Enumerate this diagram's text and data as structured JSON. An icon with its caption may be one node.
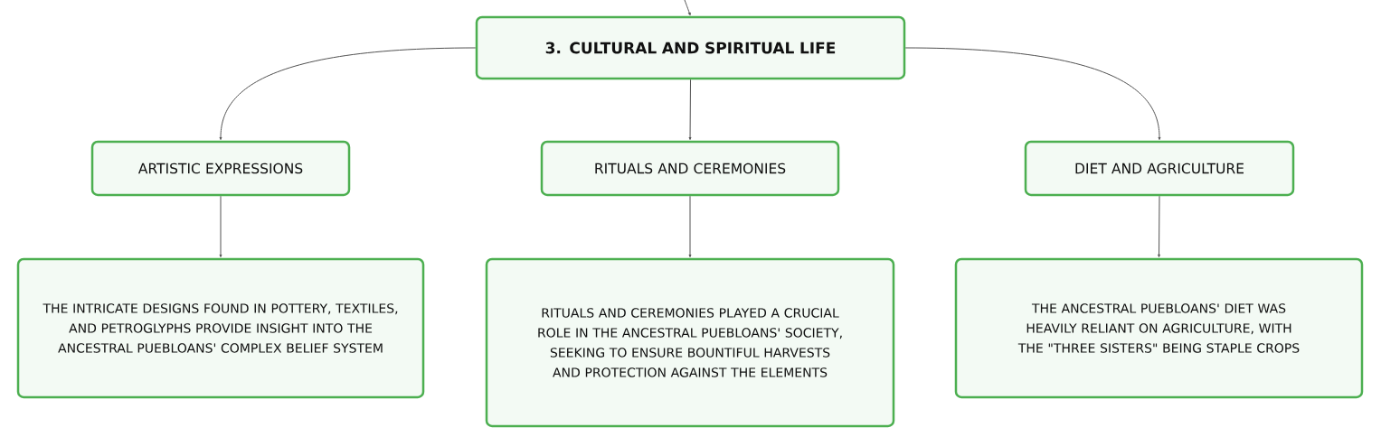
{
  "diagram": {
    "nodes": [
      {
        "text": [
          "3. CULTURAL AND SPIRITUAL LIFE"
        ]
      },
      {
        "text": [
          "ARTISTIC EXPRESSIONS"
        ]
      },
      {
        "text": [
          "RITUALS AND CEREMONIES"
        ]
      },
      {
        "text": [
          "DIET AND AGRICULTURE"
        ]
      },
      {
        "text": [
          "THE INTRICATE DESIGNS FOUND IN POTTERY, TEXTILES, AND PETROGLYPHS PROVIDE INSIGHT INTO THE ANCESTRAL PUEBLOANS' COMPLEX BELIEF SYSTEM"
        ]
      },
      {
        "text": [
          "RITUALS AND CEREMONIES PLAYED A CRUCIAL ROLE IN THE ANCESTRAL PUEBLOANS' SOCIETY, SEEKING TO ENSURE BOUNTIFUL HARVESTS AND PROTECTION AGAINST THE ELEMENTS"
        ]
      },
      {
        "text": [
          "THE ANCESTRAL PUEBLOANS' DIET WAS HEAVILY RELIANT ON AGRICULTURE, WITH THE \"THREE SISTERS\" BEING STAPLE CROPS"
        ]
      }
    ],
    "edges": [
      {
        "from": null,
        "to": 0,
        "arrow": "to"
      },
      {
        "from": 0,
        "to": 1,
        "arrow": "to"
      },
      {
        "from": 0,
        "to": 2,
        "arrow": "to"
      },
      {
        "from": 0,
        "to": 3,
        "arrow": "to"
      },
      {
        "from": 1,
        "to": 4,
        "arrow": "to"
      },
      {
        "from": 2,
        "to": 5,
        "arrow": "to"
      },
      {
        "from": 3,
        "to": 6,
        "arrow": "to"
      }
    ]
  }
}
